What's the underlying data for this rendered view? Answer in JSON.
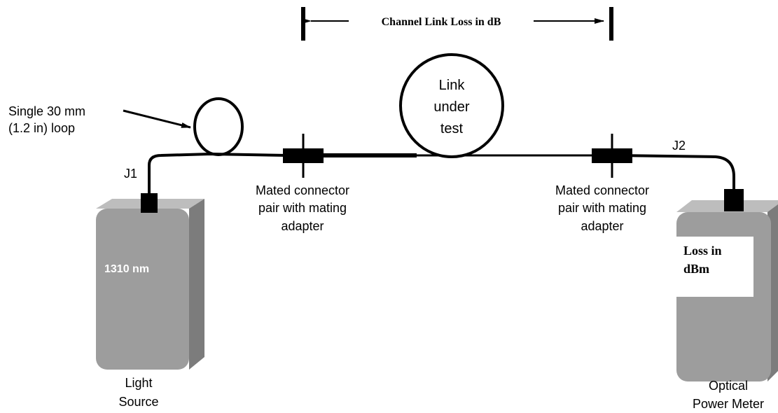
{
  "header": {
    "channel_label": "Channel Link Loss in dB"
  },
  "loop": {
    "label_line1": "Single 30 mm",
    "label_line2": "(1.2 in) loop"
  },
  "link": {
    "line1": "Link",
    "line2": "under",
    "line3": "test"
  },
  "jumpers": {
    "j1": "J1",
    "j2": "J2"
  },
  "connector_left": {
    "line1": "Mated connector",
    "line2": "pair with mating",
    "line3": "adapter"
  },
  "connector_right": {
    "line1": "Mated connector",
    "line2": "pair with mating",
    "line3": "adapter"
  },
  "light_source": {
    "wavelength": "1310 nm",
    "label_line1": "Light",
    "label_line2": "Source"
  },
  "power_meter": {
    "display_line1": "Loss in",
    "display_line2": "dBm",
    "label_line1": "Optical",
    "label_line2": "Power Meter"
  },
  "colors": {
    "box_front": "#9d9d9d",
    "box_side": "#7c7c7c",
    "box_top": "#bdbdbd",
    "line": "#000000",
    "wavelength_text": "#ffffff",
    "display_bg": "#ffffff"
  }
}
